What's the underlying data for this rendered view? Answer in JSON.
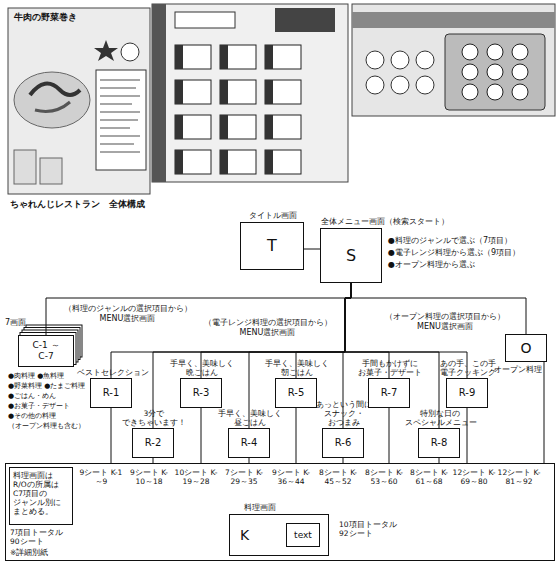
{
  "diagram": {
    "title": "ちゃれんじレストラン　全体構成",
    "nodes": [
      {
        "text": [
          "タイトル画面",
          "T"
        ]
      },
      {
        "text": [
          "全体メニュー画面（検索スタート）",
          "S"
        ]
      },
      {
        "text": [
          "7画面",
          "C-1 ～ C-7"
        ]
      },
      {
        "text": [
          "O",
          "オープン料理"
        ]
      },
      {
        "text": [
          "ベストセレクション",
          "R-1"
        ]
      },
      {
        "text": [
          "3分で できちゃいます！",
          "R-2"
        ]
      },
      {
        "text": [
          "手早く、美味しく 晩ごはん",
          "R-3"
        ]
      },
      {
        "text": [
          "手早く、美味しく 昼ごはん",
          "R-4"
        ]
      },
      {
        "text": [
          "手早く、美味しく 朝ごはん",
          "R-5"
        ]
      },
      {
        "text": [
          "あっという間に スナック・おつまみ",
          "R-6"
        ]
      },
      {
        "text": [
          "手間もかけずに お菓子・デザート",
          "R-7"
        ]
      },
      {
        "text": [
          "特別な日の スペシャルメニュー",
          "R-8"
        ]
      },
      {
        "text": [
          "あの手、この手 電子クッキング",
          "R-9"
        ]
      },
      {
        "text": [
          "9シート K-1～9",
          "9シート K-10～18",
          "10シート K-19～28",
          "7シート K-29～35",
          "9シート K-36～44",
          "8シート K-45～52",
          "8シート K-53～60",
          "8シート K-61～68",
          "12シート K-69～80",
          "12シート K-81～92",
          "10項目トータル 92シート",
          "7項目トータル 90シート",
          "※詳細別紙"
        ]
      },
      {
        "text": [
          "料理画面は R/Oの所属は C7項目の ジャンル別に まとめる。"
        ],
        "in": 13
      },
      {
        "text": [
          "料理画面",
          "K"
        ],
        "in": 13
      },
      {
        "text": [
          "text"
        ],
        "in": 15
      }
    ],
    "edges": [
      {
        "from": 0,
        "to": 1,
        "arrow": "none"
      },
      {
        "from": 1,
        "to": 2,
        "arrow": "none"
      },
      {
        "from": 1,
        "to": 4,
        "arrow": "none"
      },
      {
        "from": 1,
        "to": 5,
        "arrow": "none"
      },
      {
        "from": 1,
        "to": 6,
        "arrow": "none"
      },
      {
        "from": 1,
        "to": 7,
        "arrow": "none"
      },
      {
        "from": 1,
        "to": 8,
        "arrow": "none"
      },
      {
        "from": 1,
        "to": 9,
        "arrow": "none"
      },
      {
        "from": 1,
        "to": 10,
        "arrow": "none"
      },
      {
        "from": 1,
        "to": 11,
        "arrow": "none"
      },
      {
        "from": 1,
        "to": 12,
        "arrow": "none"
      },
      {
        "from": 1,
        "to": 3,
        "arrow": "none"
      },
      {
        "from": 4,
        "to": 13,
        "arrow": "none"
      },
      {
        "from": 5,
        "to": 13,
        "arrow": "none"
      },
      {
        "from": 6,
        "to": 13,
        "arrow": "none"
      },
      {
        "from": 7,
        "to": 13,
        "arrow": "none"
      },
      {
        "from": 8,
        "to": 13,
        "arrow": "none"
      },
      {
        "from": 9,
        "to": 13,
        "arrow": "none"
      },
      {
        "from": 10,
        "to": 13,
        "arrow": "none"
      },
      {
        "from": 11,
        "to": 13,
        "arrow": "none"
      },
      {
        "from": 12,
        "to": 13,
        "arrow": "none"
      },
      {
        "from": 3,
        "to": 13,
        "arrow": "none"
      }
    ],
    "labels": [
      "牛肉の野菜巻き",
      "●料理のジャンルで選ぶ（7項目）",
      "●電子レンジ料理から選ぶ（9項目）",
      "●オープン料理から選ぶ",
      "（料理のジャンルの選択項目から） MENU選択画面",
      "（電子レンジ料理の選択項目から） MENU選択画面",
      "（オープン料理の選択項目から） MENU選択画面",
      "●肉料理 ●魚料理",
      "●野菜料理 ●たまご料理",
      "●ごはん・めん",
      "●お菓子・デザート",
      "●その他の料理",
      "（オープン料理も含む）"
    ]
  }
}
